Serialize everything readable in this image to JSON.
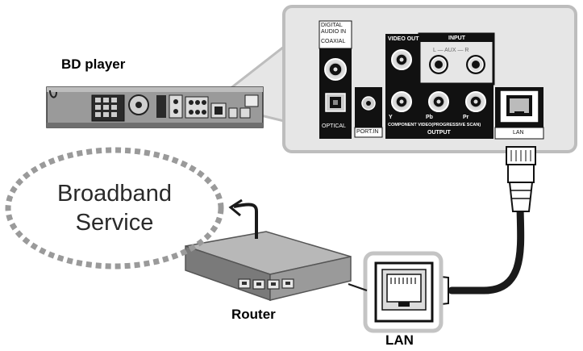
{
  "labels": {
    "bd_player": "BD player",
    "router": "Router",
    "lan_bottom": "LAN",
    "broadband_line1": "Broadband",
    "broadband_line2": "Service"
  },
  "panel": {
    "digital_audio_in_line1": "DIGITAL",
    "digital_audio_in_line2": "AUDIO IN",
    "coaxial": "COAXIAL",
    "optical": "OPTICAL",
    "port_in": "PORT.IN",
    "video_out": "VIDEO OUT",
    "input": "INPUT",
    "aux_lr": "L — AUX — R",
    "y": "Y",
    "pb": "Pb",
    "pr": "Pr",
    "component_video": "COMPONENT VIDEO(PROGRESSIVE SCAN)",
    "output": "OUTPUT",
    "lan": "LAN"
  },
  "colors": {
    "panel_fill": "#e6e6e6",
    "panel_border": "#bdbdbd",
    "cloud_dots": "#9a9a9a",
    "cable": "#1a1a1a",
    "router_body": "#8a8a8a"
  }
}
